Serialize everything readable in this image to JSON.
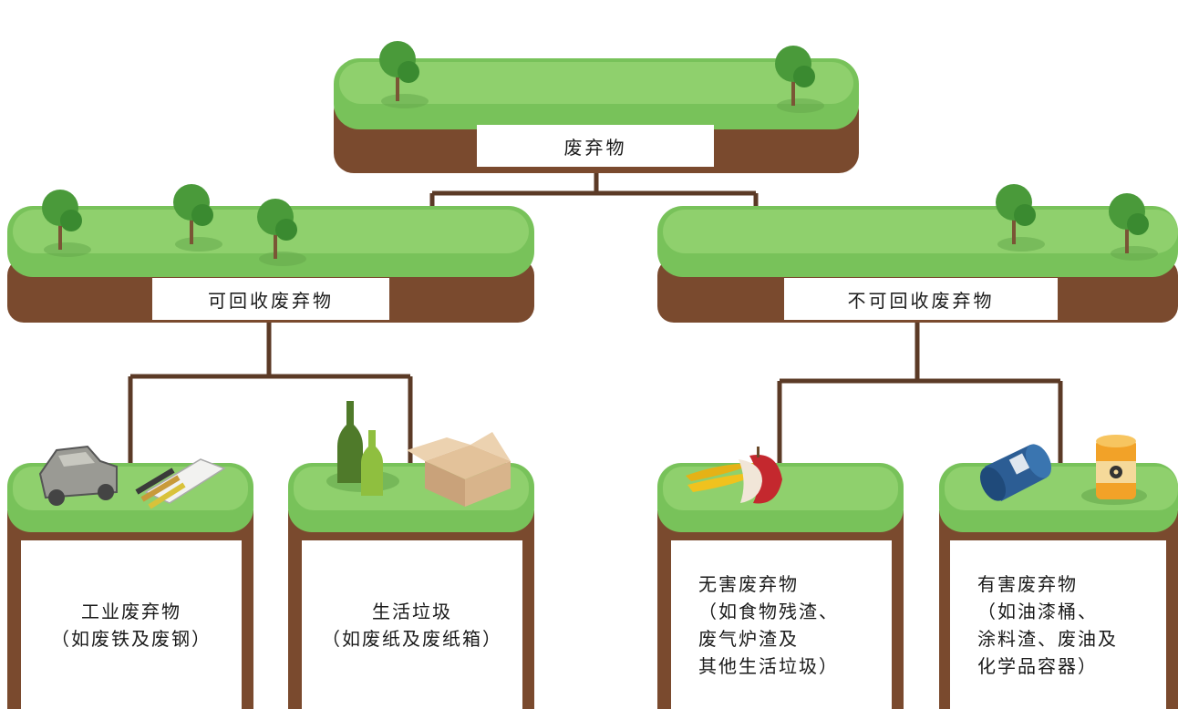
{
  "root": {
    "label": "废弃物"
  },
  "level1": {
    "recyclable": {
      "label": "可回收废弃物"
    },
    "non_recyclable": {
      "label": "不可回收废弃物"
    }
  },
  "leaves": {
    "industrial": {
      "lines": [
        "工业废弃物",
        "（如废铁及废钢）"
      ]
    },
    "household": {
      "lines": [
        "生活垃圾",
        "（如废纸及废纸箱）"
      ]
    },
    "non_hazardous": {
      "lines": [
        "无害废弃物",
        "（如食物残渣、",
        "废气炉渣及",
        "其他生活垃圾）"
      ]
    },
    "hazardous": {
      "lines": [
        "有害废弃物",
        "（如油漆桶、",
        "涂料渣、废油及",
        "化学品容器）"
      ]
    }
  },
  "colors": {
    "grass": "#78c25a",
    "grass_light": "#8fd06d",
    "grass_edge": "#5fae45",
    "soil": "#7a4a2e",
    "soil_dark": "#5e3722",
    "connector": "#5b3a26",
    "tree": "#4a9a3a",
    "tree_dark": "#3a7d2e",
    "trunk": "#7a5535"
  },
  "icons": [
    "tree-icon",
    "car-wreck-icon",
    "cable-icon",
    "glass-bottle-icon",
    "cardboard-box-icon",
    "banana-peel-icon",
    "apple-core-icon",
    "barrel-icon",
    "radioactive-drum-icon"
  ]
}
